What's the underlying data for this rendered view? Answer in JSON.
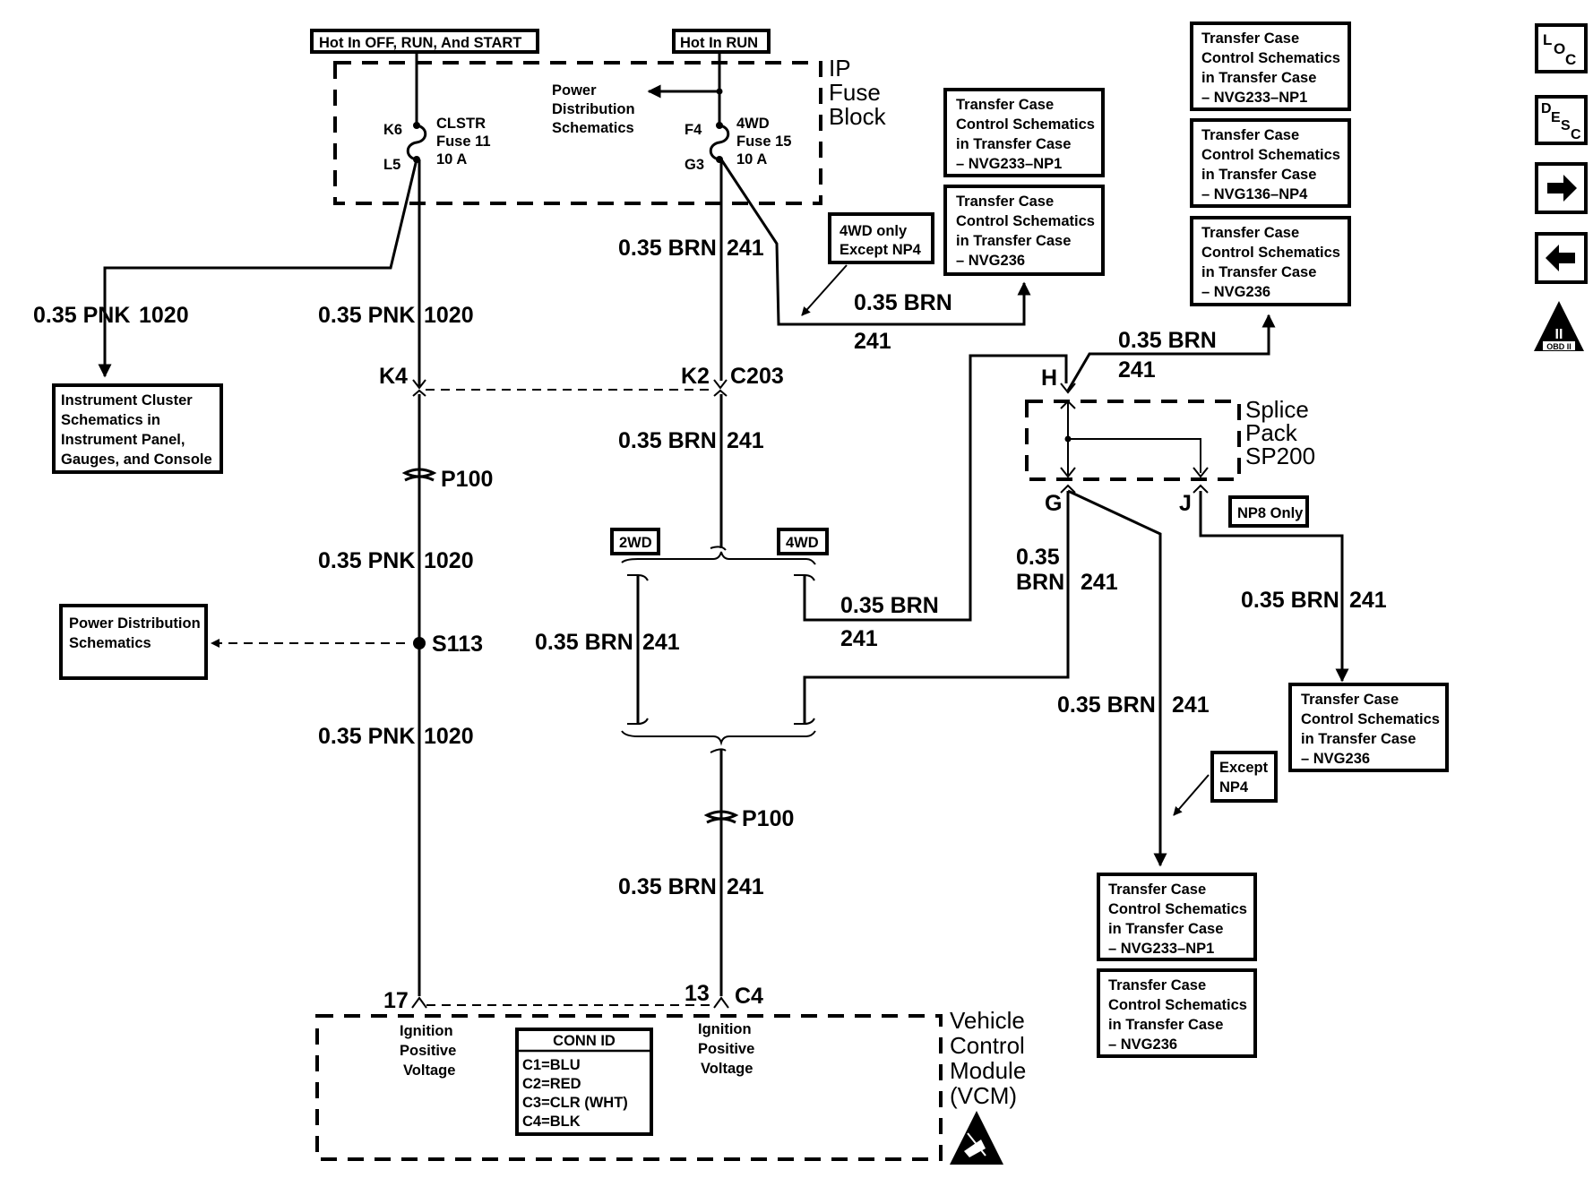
{
  "diagram": {
    "theme": {
      "ink": "#000000",
      "paper": "#ffffff"
    },
    "power_headers": {
      "hot_all": "Hot In OFF, RUN, And START",
      "hot_run": "Hot In RUN"
    },
    "ip_fuse_block": {
      "title": [
        "IP",
        "Fuse",
        "Block"
      ],
      "power_dist_ref": [
        "Power",
        "Distribution",
        "Schematics"
      ],
      "fuse_left": {
        "in_pin": "K6",
        "out_pin": "L5",
        "label": [
          "CLSTR",
          "Fuse 11",
          "10 A"
        ]
      },
      "fuse_right": {
        "in_pin": "F4",
        "out_pin": "G3",
        "label": [
          "4WD",
          "Fuse 15",
          "10 A"
        ]
      }
    },
    "wires": {
      "pnk_gauge_color": "0.35 PNK",
      "pnk_circuit": "1020",
      "brn_gauge_color": "0.35 BRN",
      "brn_circuit": "241",
      "brn_gauge": "0.35",
      "brn_color": "BRN"
    },
    "connectors": {
      "k4": "K4",
      "k2": "K2",
      "c203": "C203",
      "p100": "P100",
      "s113": "S113",
      "pin17": "17",
      "pin13": "13",
      "c4": "C4"
    },
    "options": {
      "two_wd": "2WD",
      "four_wd": "4WD",
      "four_wd_only": [
        "4WD only",
        "Except NP4"
      ],
      "np8_only": "NP8 Only",
      "except_np4": [
        "Except",
        "NP4"
      ]
    },
    "splice_pack": {
      "title": [
        "Splice",
        "Pack",
        "SP200"
      ],
      "pin_h": "H",
      "pin_g": "G",
      "pin_j": "J"
    },
    "reference_boxes": {
      "instrument_cluster": [
        "Instrument Cluster",
        "Schematics in",
        "Instrument Panel,",
        "Gauges, and Console"
      ],
      "power_distribution": [
        "Power Distribution",
        "Schematics"
      ],
      "tc_np1": [
        "Transfer Case",
        "Control Schematics",
        "in Transfer Case",
        "– NVG233–NP1"
      ],
      "tc_236": [
        "Transfer Case",
        "Control Schematics",
        "in Transfer Case",
        "– NVG236"
      ],
      "tc_np4": [
        "Transfer Case",
        "Control Schematics",
        "in Transfer Case",
        "– NVG136–NP4"
      ]
    },
    "vcm": {
      "title": [
        "Vehicle",
        "Control",
        "Module",
        "(VCM)"
      ],
      "pin_label": [
        "Ignition",
        "Positive",
        "Voltage"
      ],
      "conn_id": {
        "header": "CONN ID",
        "rows": [
          "C1=BLU",
          "C2=RED",
          "C3=CLR (WHT)",
          "C4=BLK"
        ]
      }
    },
    "nav_buttons": {
      "loc": [
        "L",
        "O",
        "C"
      ],
      "desc": [
        "D",
        "E",
        "S",
        "C"
      ],
      "next": "right-arrow",
      "prev": "left-arrow",
      "obd": {
        "roman": "II",
        "text": "OBD II"
      }
    }
  }
}
